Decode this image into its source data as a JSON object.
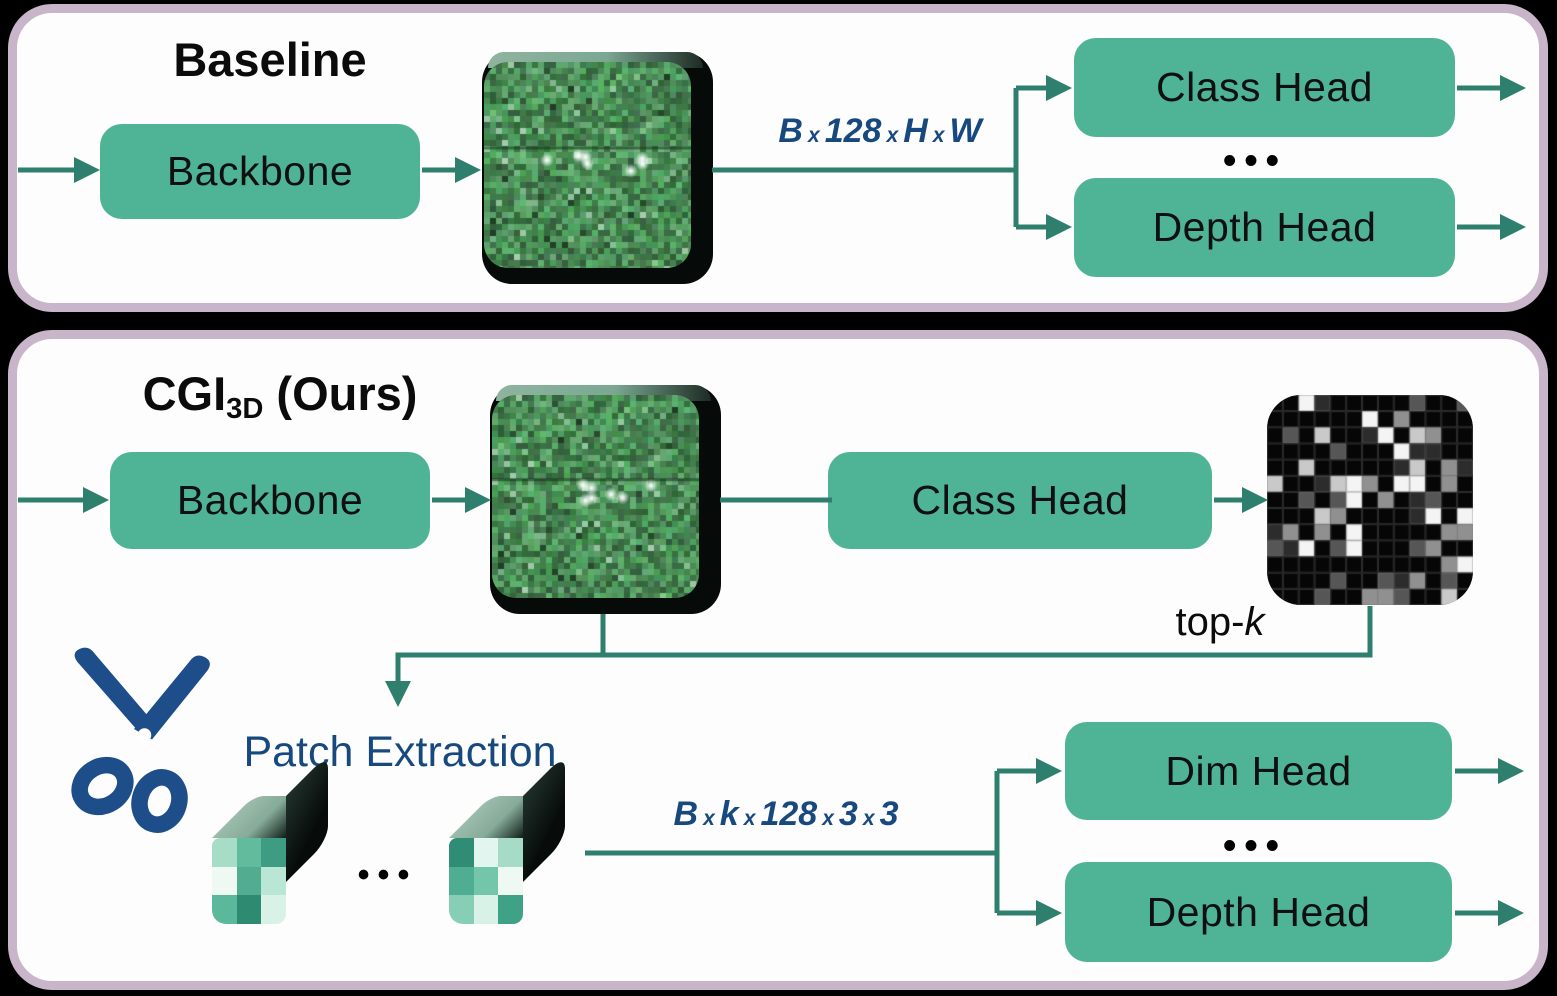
{
  "colors": {
    "box_green": "#4fb496",
    "wire_teal": "#2e7f6d",
    "panel_border": "#c9b5c9",
    "blue_text": "#17497f",
    "scissors_blue": "#1d4e8a",
    "panel_bg": "#fdfdfd",
    "page_bg": "#000000"
  },
  "baseline": {
    "title": "Baseline",
    "backbone_label": "Backbone",
    "tensor_label": "B x 128 x H x W",
    "class_head_label": "Class Head",
    "depth_head_label": "Depth Head",
    "ellipsis": "•••"
  },
  "ours": {
    "title_main": "CGI",
    "title_sub": "3D",
    "title_suffix": " (Ours)",
    "backbone_label": "Backbone",
    "class_head_label": "Class Head",
    "top_k_prefix": "top-",
    "top_k_var": "k",
    "patch_extraction_label": "Patch Extraction",
    "tensor_label": "B x k x 128 x 3 x 3",
    "dim_head_label": "Dim Head",
    "depth_head_label": "Depth Head",
    "ellipsis": "•••",
    "cube1_colors": [
      [
        "#a7dcc6",
        "#62bb9c",
        "#3e9c82"
      ],
      [
        "#eef9f4",
        "#52ad90",
        "#b9e6d5"
      ],
      [
        "#5bb89a",
        "#2e8a71",
        "#d9f2e8"
      ]
    ],
    "cube2_colors": [
      [
        "#2f8d75",
        "#e2f5ee",
        "#a5dbc7"
      ],
      [
        "#4fae92",
        "#74c6ab",
        "#eef9f4"
      ],
      [
        "#86ceb6",
        "#d9f2e8",
        "#3fa287"
      ]
    ]
  }
}
